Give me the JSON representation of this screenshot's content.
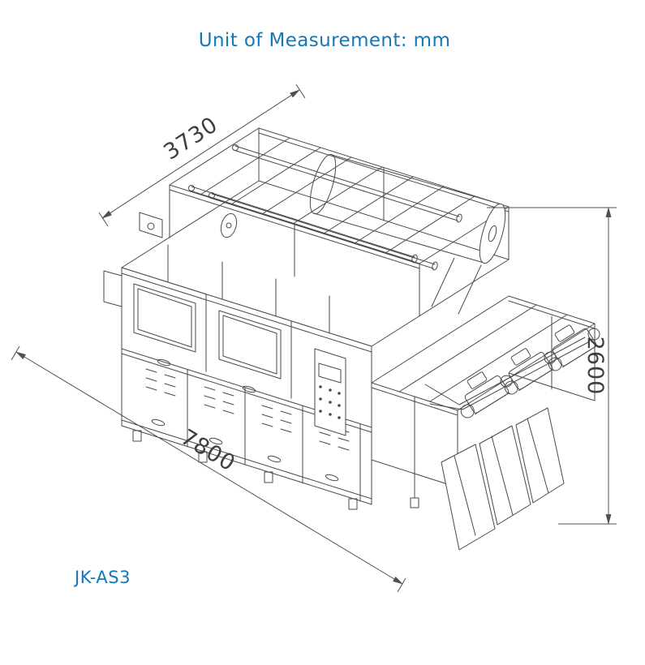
{
  "title": "Unit of Measurement: mm",
  "model_label": "JK-AS3",
  "dimensions": {
    "depth": "3730",
    "height": "2600",
    "length": "7800"
  },
  "colors": {
    "accent_blue": "#1677b8",
    "dimension_text": "#3f3f3f",
    "dimension_line": "#4f4f4f",
    "machine_line": "#4a4a4a"
  },
  "drawing": {
    "type": "isometric technical line drawing",
    "subject": "automatic bag making machine"
  }
}
